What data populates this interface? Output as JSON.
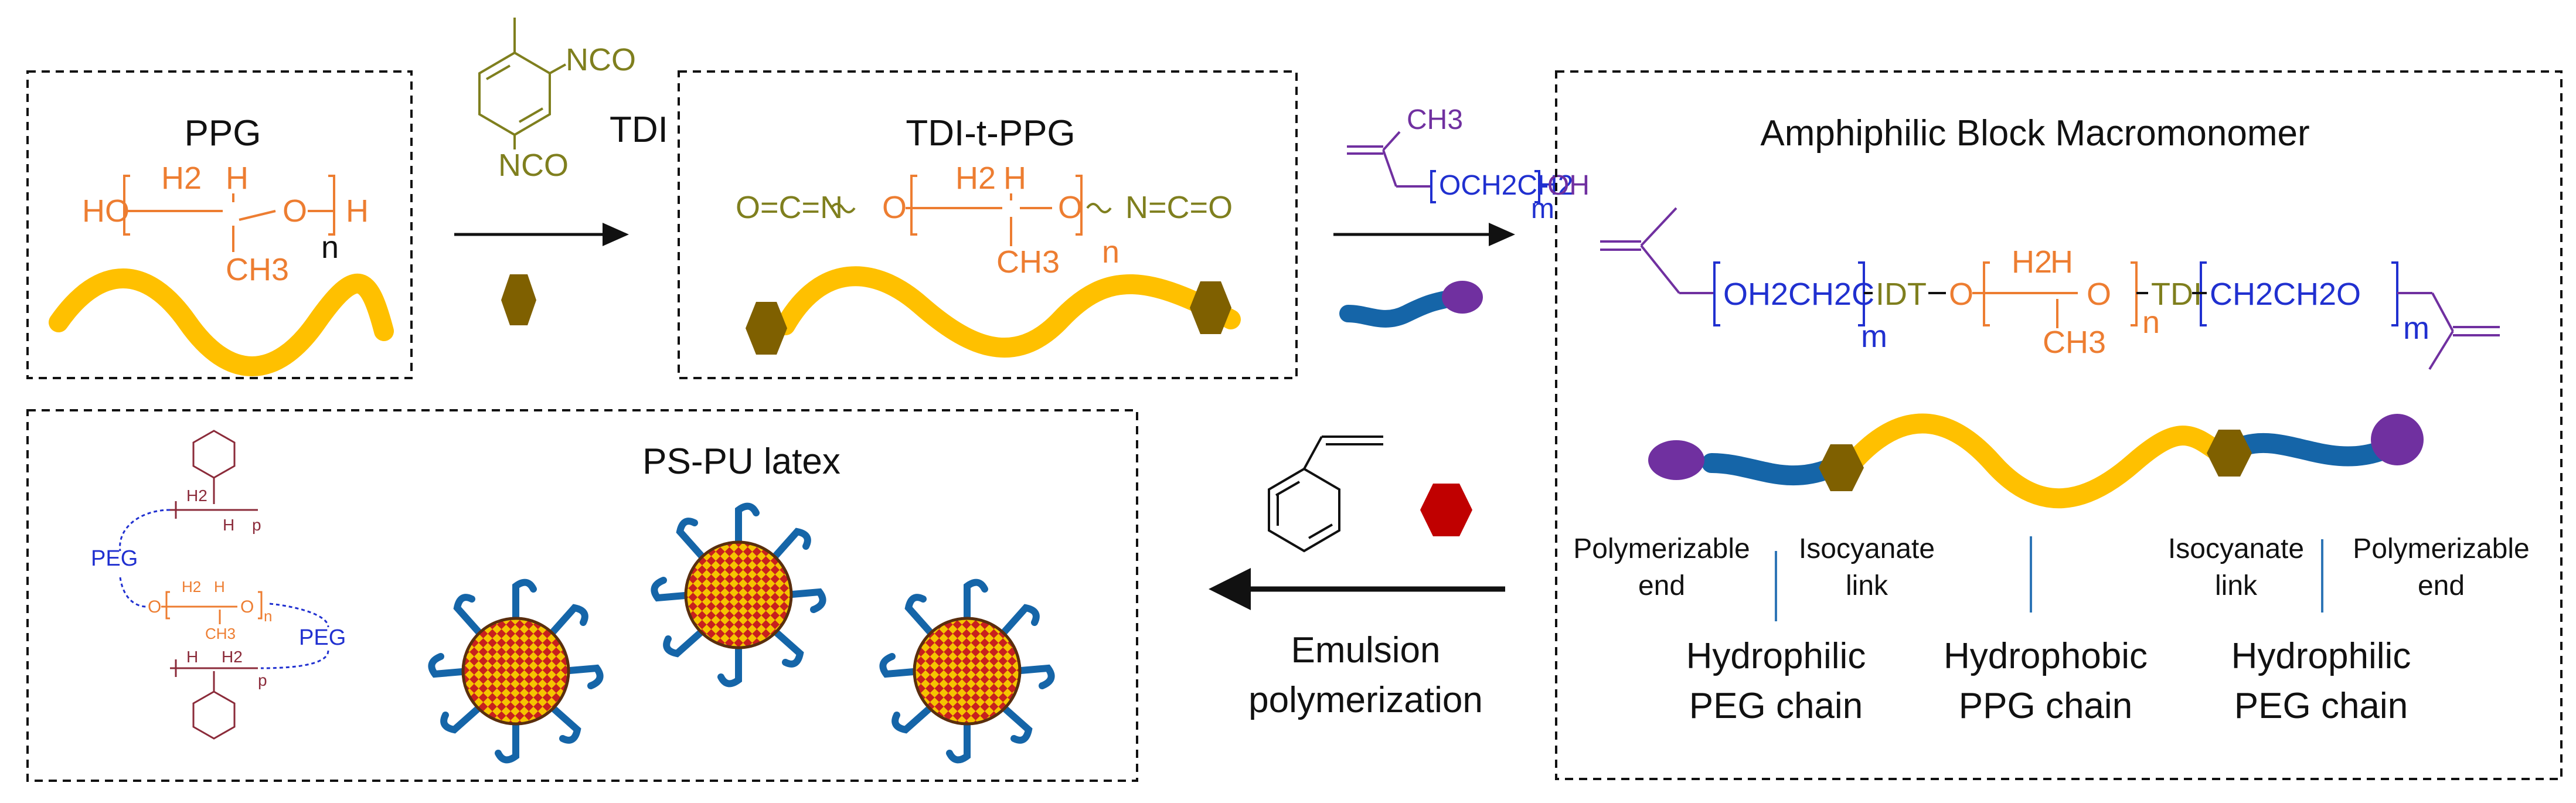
{
  "colors": {
    "ppg_chain": "#FFC000",
    "peg_chain": "#1565A8",
    "isocyanate_hex": "#7F6000",
    "polymerizable_end": "#7030A0",
    "initiator_hex": "#C00000",
    "ppg_text": "#ED7D31",
    "tdi_text": "#7F7F1E",
    "peg_text": "#2030D0",
    "methacryl_text": "#7030A0",
    "styrene_text": "#8B2B3A"
  },
  "ppg": {
    "title": "PPG",
    "ho": "HO",
    "h2": "H2",
    "h": "H",
    "o": "O",
    "h_end": "H",
    "ch3": "CH3",
    "n": "n"
  },
  "tdi": {
    "label": "TDI",
    "nco_top": "NCO",
    "nco_bottom": "NCO"
  },
  "tdi_t_ppg": {
    "title": "TDI-t-PPG",
    "left": "O=C=N",
    "o_left": "O",
    "h2": "H2",
    "h": "H",
    "o_right": "O",
    "right": "N=C=O",
    "ch3": "CH3",
    "n": "n"
  },
  "peg_monomer": {
    "ch3": "CH3",
    "chain": "OCH2CH2",
    "oh": "OH",
    "m": "m"
  },
  "macromonomer": {
    "title": "Amphiphilic Block Macromonomer",
    "peg_left": "OH2CH2C",
    "idt": "IDT",
    "o1": "O",
    "h2": "H2",
    "h": "H",
    "o2": "O",
    "ch3": "CH3",
    "tdi": "TDI",
    "peg_right": "CH2CH2O",
    "m_left": "m",
    "n": "n",
    "m_right": "m",
    "labels": {
      "polymerizable_end_left": [
        "Polymerizable",
        "end"
      ],
      "isocyanate_link_left": [
        "Isocyanate",
        "link"
      ],
      "isocyanate_link_right": [
        "Isocyanate",
        "link"
      ],
      "polymerizable_end_right": [
        "Polymerizable",
        "end"
      ],
      "hydrophilic_left": [
        "Hydrophilic",
        "PEG chain"
      ],
      "hydrophobic": [
        "Hydrophobic",
        "PPG chain"
      ],
      "hydrophilic_right": [
        "Hydrophilic",
        "PEG chain"
      ]
    }
  },
  "emulsion": {
    "line1": "Emulsion",
    "line2": "polymerization"
  },
  "latex": {
    "title": "PS-PU latex",
    "peg_top": "PEG",
    "peg_right": "PEG",
    "h2_top": "H2",
    "h_top": "H",
    "p_top": "p",
    "o_mid": "O",
    "h2_mid": "H2",
    "h_mid": "H",
    "o_mid2": "O",
    "n_mid": "n",
    "ch3_mid": "CH3",
    "h_bot": "H",
    "h2_bot": "H2",
    "p_bot": "p"
  }
}
